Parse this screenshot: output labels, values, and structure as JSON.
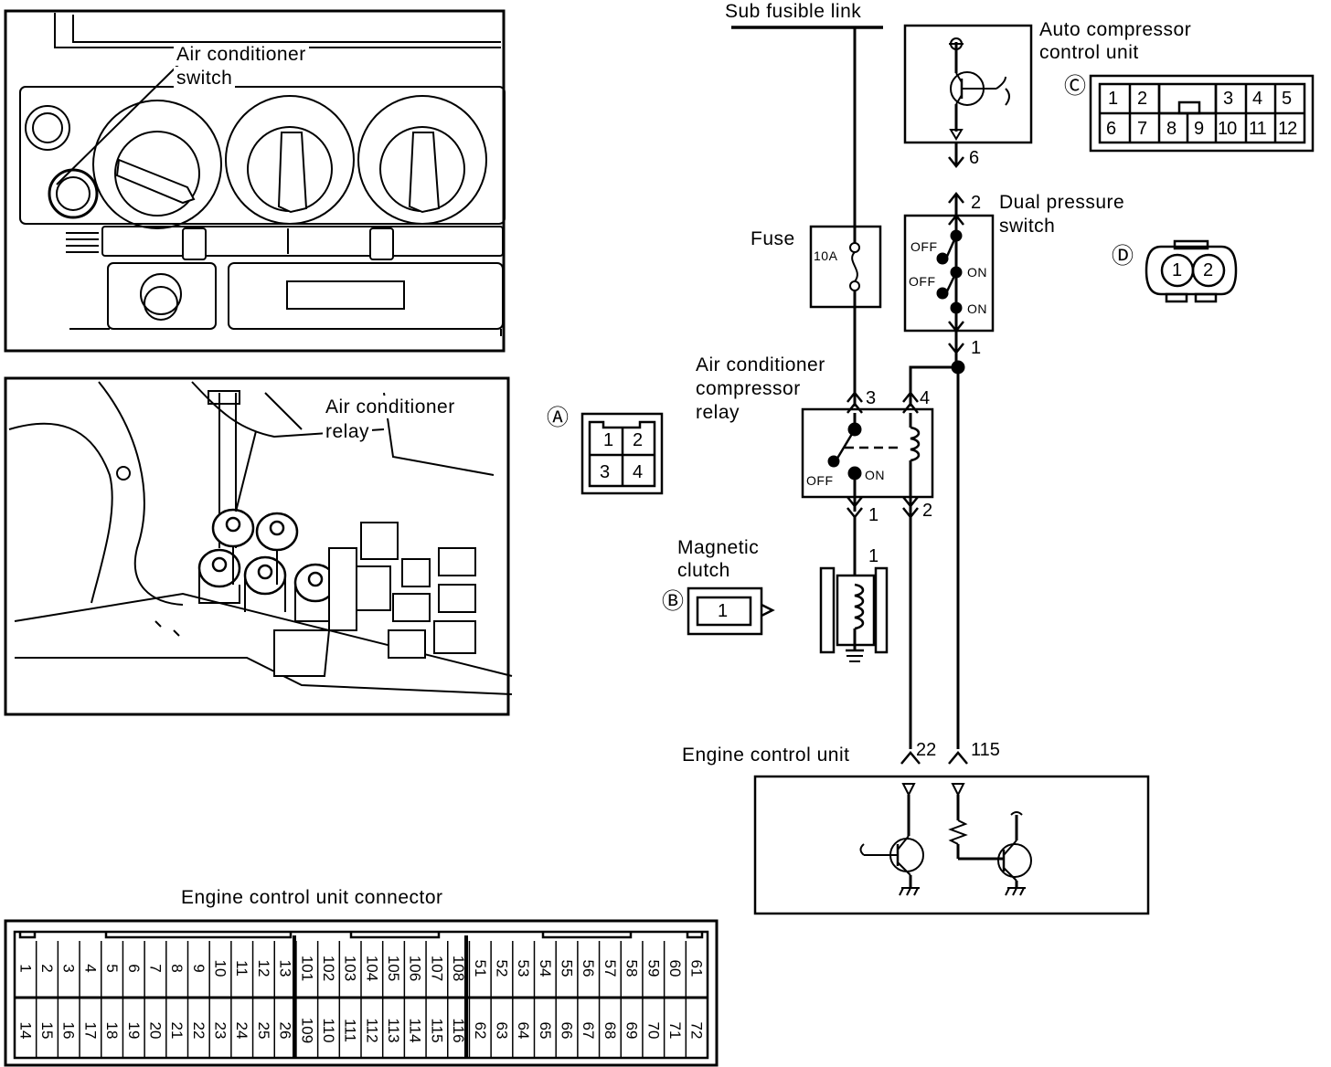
{
  "photos": {
    "top_label": [
      "Air conditioner",
      "switch"
    ],
    "bottom_label": [
      "Air conditioner",
      "relay"
    ]
  },
  "connectors": {
    "A": {
      "mark": "Ⓐ",
      "pins": [
        "1",
        "2",
        "3",
        "4"
      ]
    },
    "B": {
      "mark": "Ⓑ",
      "pins": [
        "1"
      ]
    },
    "C": {
      "mark": "Ⓒ",
      "pins_top": [
        "1",
        "2",
        "3",
        "4",
        "5"
      ],
      "pins_bottom": [
        "6",
        "7",
        "8",
        "9",
        "10",
        "11",
        "12"
      ]
    },
    "D": {
      "mark": "Ⓓ",
      "pins": [
        "1",
        "2"
      ]
    }
  },
  "schematic": {
    "sub_fusible_link": "Sub fusible link",
    "auto_compressor": [
      "Auto compressor",
      "control unit"
    ],
    "dual_pressure_switch": [
      "Dual pressure",
      "switch"
    ],
    "fuse": {
      "label": "Fuse",
      "rating": "10A"
    },
    "relay_label": [
      "Air conditioner",
      "compressor",
      "relay"
    ],
    "magnetic_clutch": [
      "Magnetic",
      "clutch"
    ],
    "engine_control_unit": "Engine control unit",
    "switch_states": {
      "off": "OFF",
      "on": "ON"
    },
    "pin_numbers": {
      "acu_out": "6",
      "dps_in": "2",
      "dps_out": "1",
      "relay_3": "3",
      "relay_4": "4",
      "relay_1": "1",
      "relay_2": "2",
      "clutch_1": "1",
      "ecu_22": "22",
      "ecu_115": "115"
    }
  },
  "ecu_connector": {
    "title": "Engine control unit connector",
    "top_row": [
      "1",
      "2",
      "3",
      "4",
      "5",
      "6",
      "7",
      "8",
      "9",
      "10",
      "11",
      "12",
      "13",
      "101",
      "102",
      "103",
      "104",
      "105",
      "106",
      "107",
      "108",
      "51",
      "52",
      "53",
      "54",
      "55",
      "56",
      "57",
      "58",
      "59",
      "60",
      "61"
    ],
    "bottom_row": [
      "14",
      "15",
      "16",
      "17",
      "18",
      "19",
      "20",
      "21",
      "22",
      "23",
      "24",
      "25",
      "26",
      "109",
      "110",
      "111",
      "112",
      "113",
      "114",
      "115",
      "116",
      "62",
      "63",
      "64",
      "65",
      "66",
      "67",
      "68",
      "69",
      "70",
      "71",
      "72"
    ]
  }
}
